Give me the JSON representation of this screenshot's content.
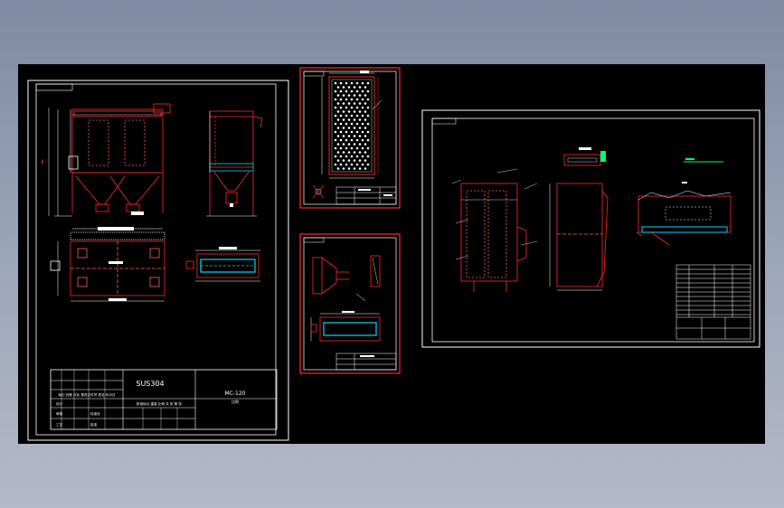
{
  "colors": {
    "background": "#9ea7bb",
    "canvas": "#000000",
    "frame": "#ffffff",
    "geometry": "#ff2a2a",
    "highlight": "#00d8ff",
    "dimension": "#ffffff",
    "accent_green": "#00ff66"
  },
  "sheet1": {
    "title_block": {
      "material": "SUS304",
      "drawing_no": "MC-120",
      "scale_note": "比例",
      "header_row": "标记 处数 分区 更改文件号 签名 年月日",
      "row_design": "设计",
      "row_check": "审核",
      "row_process": "工艺",
      "row_std": "标准化",
      "row_approve": "批准",
      "footer_row": "阶段标记 重量 比例 共 张 第 张"
    }
  },
  "icons": {
    "frame": "drawing-frame-icon"
  }
}
